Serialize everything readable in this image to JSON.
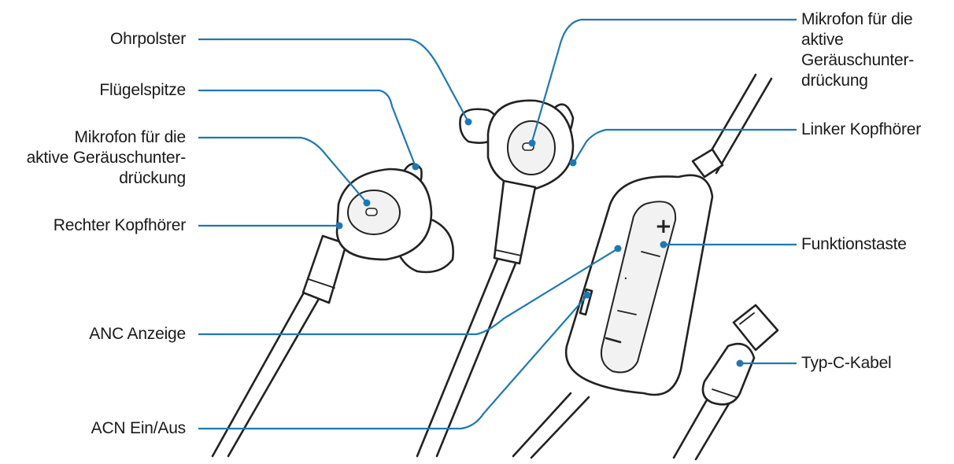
{
  "labels_left": {
    "ohrpolster": "Ohrpolster",
    "fluegelspitze": "Flügelspitze",
    "mic_right": [
      "Mikrofon für die",
      "aktive Geräuschunter-",
      "drückung"
    ],
    "rechter_kopfhoerer": "Rechter Kopfhörer",
    "anc_anzeige": "ANC Anzeige",
    "acn_ein_aus": "ACN Ein/Aus"
  },
  "labels_right": {
    "mic_left": [
      "Mikrofon für die",
      "aktive",
      "Geräuschunter-",
      "drückung"
    ],
    "linker_kopfhoerer": "Linker Kopfhörer",
    "funktionstaste": "Funktionstaste",
    "typ_c_kabel": "Typ-C-Kabel"
  },
  "colors": {
    "leader": "#1f78b4",
    "outline": "#222222"
  },
  "icons": [
    "earbud-right",
    "earbud-left",
    "remote-control",
    "usb-c-plug"
  ]
}
